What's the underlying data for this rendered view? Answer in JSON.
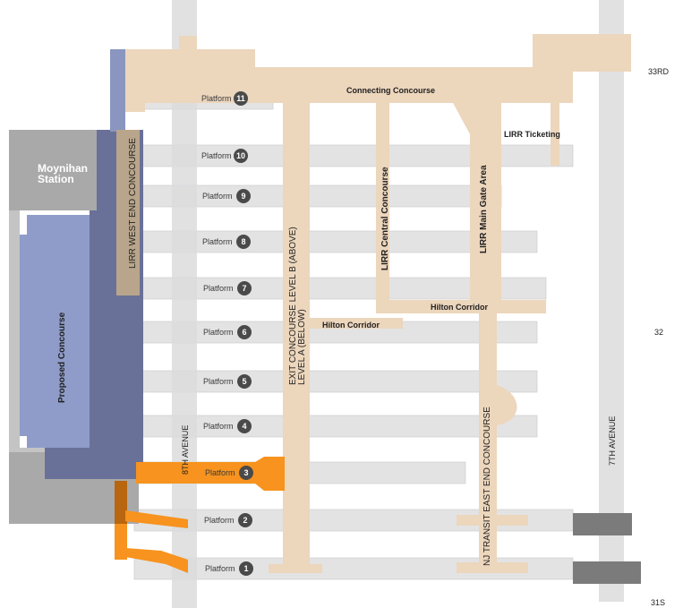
{
  "streets": {
    "w33": "33RD",
    "w32": "32",
    "w31": "31S",
    "eighth_ave": "8TH AVENUE",
    "seventh_ave": "7TH AVENUE"
  },
  "areas": {
    "moynihan": [
      "Moynihan",
      "Station"
    ],
    "proposed_concourse": "Proposed Concourse",
    "lirr_west_end": "LIRR WEST END CONCOURSE",
    "connecting_concourse": "Connecting Concourse",
    "exit_concourse": [
      "EXIT CONCOURSE LEVEL B (ABOVE)",
      "LEVEL A (BELOW)"
    ],
    "lirr_central": "LIRR Central Concourse",
    "lirr_main_gate": "LIRR Main Gate Area",
    "lirr_ticketing": "LIRR Ticketing",
    "hilton_corridor_east": "Hilton Corridor",
    "hilton_corridor_west": "Hilton Corridor",
    "nj_transit_east_end": "NJ TRANSIT EAST END CONCOURSE"
  },
  "platforms": [
    {
      "label": "Platform",
      "number": "11"
    },
    {
      "label": "Platform",
      "number": "10"
    },
    {
      "label": "Platform",
      "number": "9"
    },
    {
      "label": "Platform",
      "number": "8"
    },
    {
      "label": "Platform",
      "number": "7"
    },
    {
      "label": "Platform",
      "number": "6"
    },
    {
      "label": "Platform",
      "number": "5"
    },
    {
      "label": "Platform",
      "number": "4"
    },
    {
      "label": "Platform",
      "number": "3"
    },
    {
      "label": "Platform",
      "number": "2"
    },
    {
      "label": "Platform",
      "number": "1"
    }
  ],
  "colors": {
    "concourse": "#ecd6bc",
    "west_end": "#b9a58b",
    "moynihan": "#a9a9aa",
    "navy": "#6a7198",
    "proposed": "#8f9cc9",
    "orange": "#f7931e",
    "orange_dark": "#b8660f",
    "platform": "#e3e3e4",
    "street": "#dcdcdd"
  }
}
